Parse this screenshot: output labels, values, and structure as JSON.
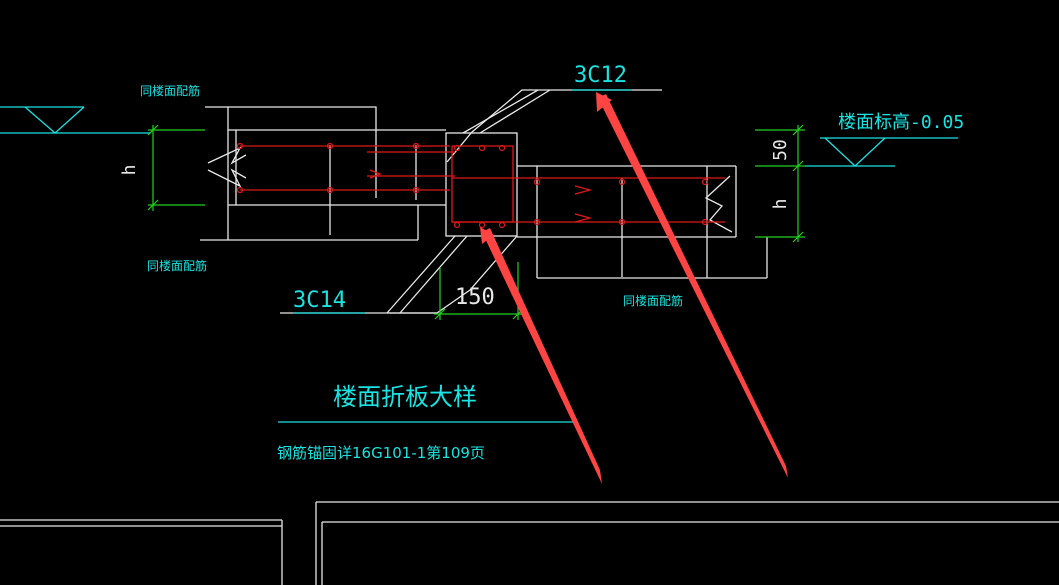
{
  "drawing": {
    "title": "楼面折板大样",
    "subtitle": "钢筋锚固详16G101-1第109页",
    "elevation_label": "楼面标高-0.05",
    "rebar_top": "3C12",
    "rebar_bottom": "3C14",
    "note_upper_left": "同楼面配筋",
    "note_lower_left": "同楼面配筋",
    "note_lower_right": "同楼面配筋",
    "dim_thickness_left": "h",
    "dim_thickness_right": "h",
    "dim_offset": "50",
    "dim_width": "150"
  },
  "colors": {
    "background": "#000000",
    "outline": "#e8e8e8",
    "rebar": "#e01818",
    "annotation": "#19e3e3",
    "dimension": "#22d022",
    "arrow": "#ff4444"
  }
}
